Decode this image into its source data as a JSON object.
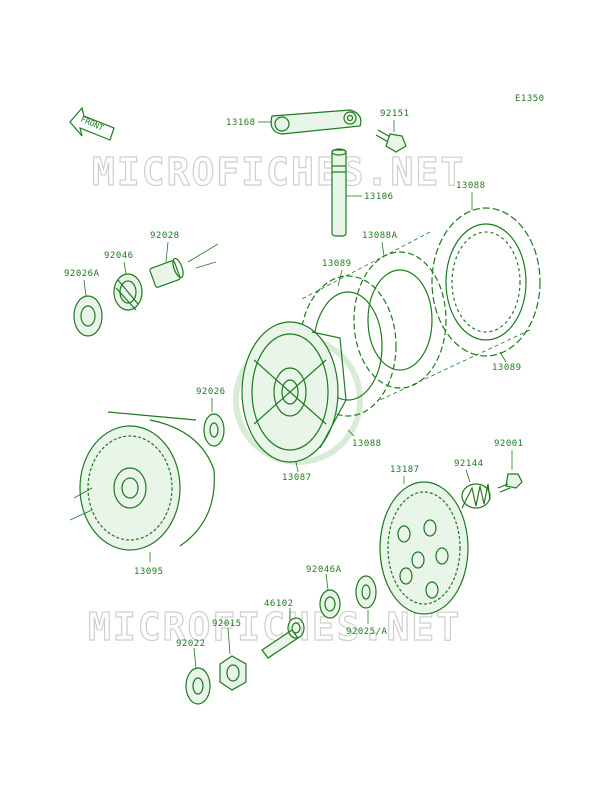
{
  "diagram_id": "E1350",
  "front_label": "FRONT",
  "watermark": "MICROFICHES.NET",
  "colors": {
    "line": "#1e7a1e",
    "watermark": "#cfcfcf",
    "background": "#ffffff"
  },
  "part_labels": {
    "p13168": "13168",
    "p92151": "92151",
    "p13106": "13106",
    "p13088_top": "13088",
    "p13088A": "13088A",
    "p13089_top": "13089",
    "p13089_bottom": "13089",
    "p13088_bottom": "13088",
    "p92028": "92028",
    "p92046": "92046",
    "p92026A": "92026A",
    "p92026": "92026",
    "p13087": "13087",
    "p13095": "13095",
    "p92001": "92001",
    "p13187": "13187",
    "p92144": "92144",
    "p92046A": "92046A",
    "p46102": "46102",
    "p92015": "92015",
    "p92022": "92022",
    "p92025A": "92025/A"
  }
}
